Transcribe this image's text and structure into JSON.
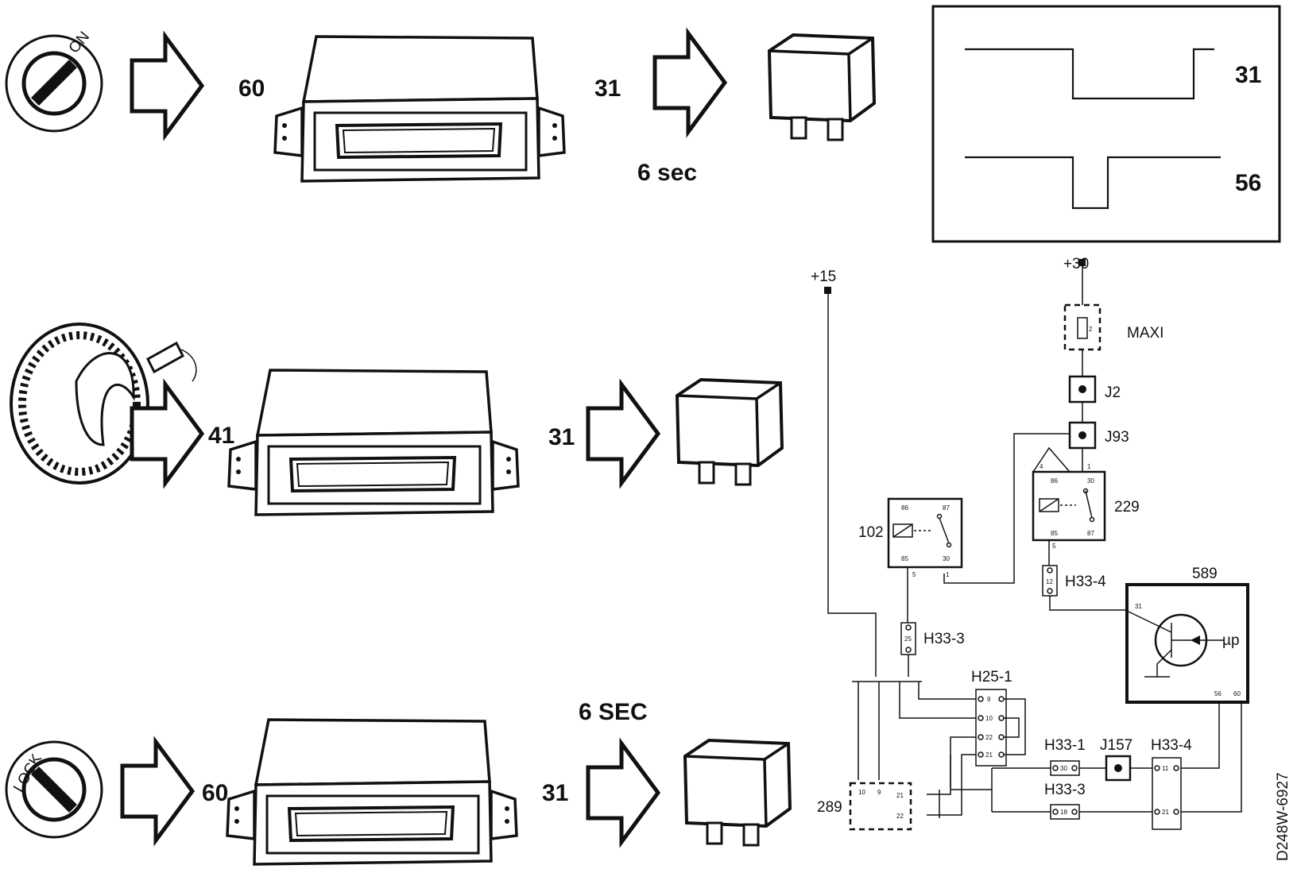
{
  "rows": [
    {
      "input_icon": "ignition-switch-on-icon",
      "switch_label": "ON",
      "ecu_in_label": "60",
      "ecu_out_label": "31",
      "time_label": "6 sec"
    },
    {
      "input_icon": "crankshaft-sensor-icon",
      "switch_label": "",
      "ecu_in_label": "41",
      "ecu_out_label": "31",
      "time_label": ""
    },
    {
      "input_icon": "ignition-switch-lock-icon",
      "switch_label": "LOCK",
      "ecu_in_label": "60",
      "ecu_out_label": "31",
      "time_label": "6 SEC"
    }
  ],
  "signal_panel": {
    "trace_labels": [
      "31",
      "56"
    ]
  },
  "schematic": {
    "supply_15": "+15",
    "supply_30": "+30",
    "fuse_label": "MAXI",
    "fuse_number": "2",
    "connector_j2": "J2",
    "connector_j93": "J93",
    "relay_229": "229",
    "relay_229_pins": [
      "4",
      "86",
      "1",
      "30",
      "85",
      "87",
      "5"
    ],
    "relay_102": "102",
    "relay_102_pins": [
      "86",
      "87",
      "85",
      "30",
      "5",
      "1"
    ],
    "h33_4_top": "H33-4",
    "h33_4_top_pin": "12",
    "h33_3_mid": "H33-3",
    "h33_3_mid_pin": "25",
    "ecu_589": "589",
    "ecu_589_pins": [
      "31",
      "56",
      "60"
    ],
    "micro_label": "µp",
    "h25_1": "H25-1",
    "h25_1_pins": [
      "9",
      "10",
      "22",
      "21"
    ],
    "h33_1": "H33-1",
    "h33_1_pin": "30",
    "j157": "J157",
    "h33_4_bottom": "H33-4",
    "h33_4_bottom_pins": [
      "11",
      "21"
    ],
    "h33_3_bottom": "H33-3",
    "h33_3_bottom_pin": "18",
    "module_289": "289",
    "module_289_pins": [
      "10",
      "9",
      "21",
      "22"
    ]
  },
  "drawing_id": "D248W-6927"
}
